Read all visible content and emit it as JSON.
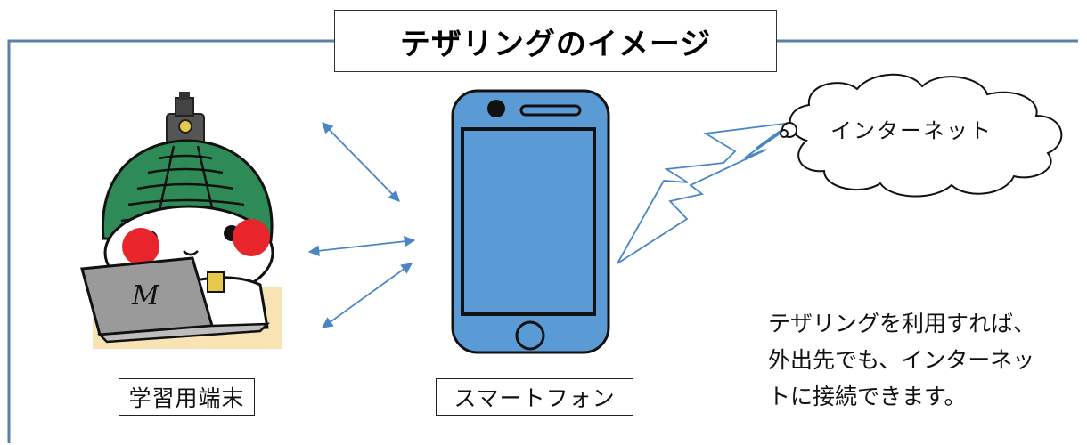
{
  "title": "テザリングのイメージ",
  "labels": {
    "device": "学習用端末",
    "smartphone": "スマートフォン",
    "internet": "インターネット"
  },
  "description": {
    "line1": "テザリングを利用すれば、",
    "line2": "外出先でも、インターネッ",
    "line3": "トに接続できます。"
  },
  "laptop_logo": "M",
  "icons": [
    "character-icon",
    "laptop-icon",
    "smartphone-icon",
    "cloud-icon",
    "lightning-icon",
    "bidirectional-arrow-icon"
  ],
  "colors": {
    "frame": "#5a7fa8",
    "arrow": "#4a86c5",
    "phone_body": "#5b9bd5",
    "helmet_green": "#2e8b57",
    "cheek_red": "#e8252a",
    "laptop_gray": "#9a9a9a",
    "desk": "#f7e3b3"
  }
}
